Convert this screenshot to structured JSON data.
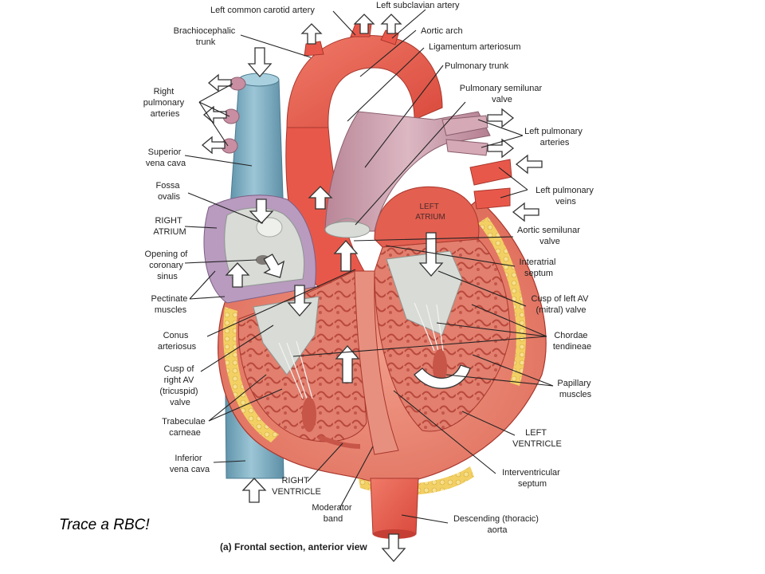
{
  "slide_caption": "Trace a RBC!",
  "figure_caption": "(a) Frontal section, anterior view",
  "colors": {
    "artery_red": "#e8584a",
    "vein_blue": "#7fb0c4",
    "pulmonary_lilac": "#c79aa8",
    "valve_grey": "#d8dbd6",
    "fat_yellow": "#f2d064",
    "muscle_pink": "#e58a7a",
    "chamber_light": "#f4c7b8"
  },
  "labels": {
    "left_common_carotid_artery": "Left common carotid artery",
    "left_subclavian_artery": "Left subclavian artery",
    "aortic_arch": "Aortic arch",
    "ligamentum_arteriosum": "Ligamentum arteriosum",
    "brachiocephalic_trunk": [
      "Brachiocephalic",
      "trunk"
    ],
    "pulmonary_trunk": "Pulmonary trunk",
    "pulmonary_semilunar_valve": [
      "Pulmonary semilunar",
      "valve"
    ],
    "right_pulmonary_arteries": [
      "Right",
      "pulmonary",
      "arteries"
    ],
    "left_pulmonary_arteries": [
      "Left pulmonary",
      "arteries"
    ],
    "superior_vena_cava": [
      "Superior",
      "vena cava"
    ],
    "left_pulmonary_veins": [
      "Left pulmonary",
      "veins"
    ],
    "fossa_ovalis": [
      "Fossa",
      "ovalis"
    ],
    "right_atrium": [
      "RIGHT",
      "ATRIUM"
    ],
    "left_atrium": [
      "LEFT",
      "ATRIUM"
    ],
    "aortic_semilunar_valve": [
      "Aortic semilunar",
      "valve"
    ],
    "opening_of_coronary_sinus": [
      "Opening of",
      "coronary",
      "sinus"
    ],
    "interatrial_septum": [
      "Interatrial",
      "septum"
    ],
    "pectinate_muscles": [
      "Pectinate",
      "muscles"
    ],
    "cusp_of_left_av_valve": [
      "Cusp of left AV",
      "(mitral) valve"
    ],
    "conus_arteriosus": [
      "Conus",
      "arteriosus"
    ],
    "chordae_tendineae": [
      "Chordae",
      "tendineae"
    ],
    "cusp_of_right_av_valve": [
      "Cusp of",
      "right AV",
      "(tricuspid)",
      "valve"
    ],
    "papillary_muscles": [
      "Papillary",
      "muscles"
    ],
    "trabeculae_carneae": [
      "Trabeculae",
      "carneae"
    ],
    "left_ventricle": [
      "LEFT",
      "VENTRICLE"
    ],
    "inferior_vena_cava": [
      "Inferior",
      "vena cava"
    ],
    "interventricular_septum": [
      "Interventricular",
      "septum"
    ],
    "right_ventricle": [
      "RIGHT",
      "VENTRICLE"
    ],
    "moderator_band": [
      "Moderator",
      "band"
    ],
    "descending_thoracic_aorta": [
      "Descending (thoracic)",
      "aorta"
    ]
  }
}
